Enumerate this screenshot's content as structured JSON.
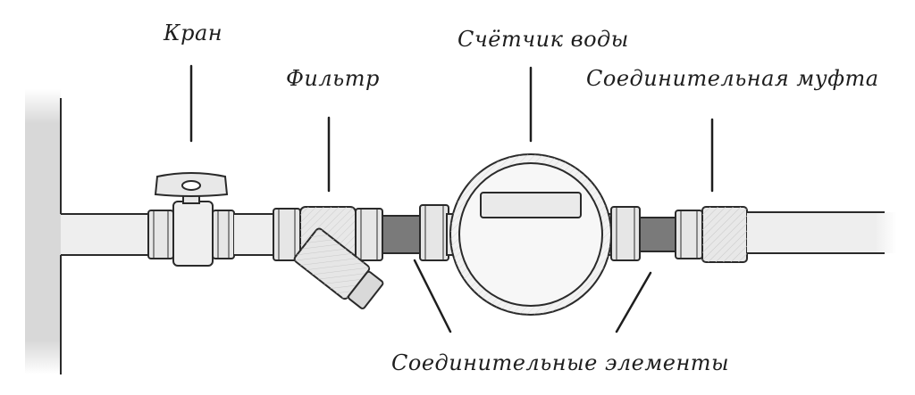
{
  "labels": {
    "valve": "Кран",
    "filter": "Фильтр",
    "meter": "Счётчик воды",
    "coupling": "Соединительная муфта",
    "connectors": "Соединительные элементы"
  },
  "colors": {
    "outline": "#2a2a2a",
    "pipe_fill": "#eeeeee",
    "wall_fill": "#d8d8d8",
    "connector_fill": "#7a7a7a",
    "fitting_fill": "#e6e6e6",
    "meter_fill": "#f2f2f2",
    "text": "#1e1e1e"
  }
}
